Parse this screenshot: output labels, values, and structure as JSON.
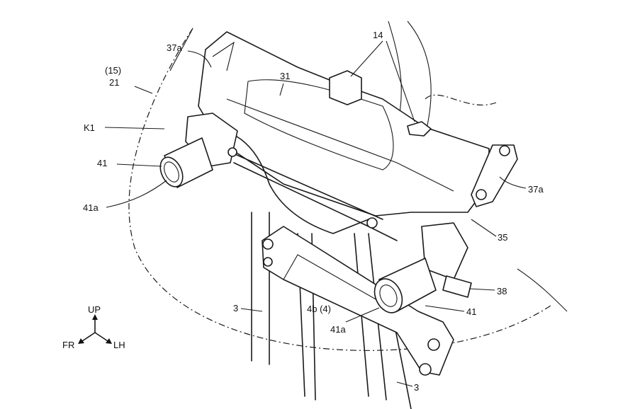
{
  "figure": {
    "labels": {
      "bracket_left": "37a",
      "housing": "31",
      "steering_stem": "14",
      "windscreen_paren": "(15)",
      "windscreen": "21",
      "space": "K1",
      "lamp_left": "41",
      "lamp_left_lens": "41a",
      "bracket_right": "37a",
      "stay": "35",
      "connector": "38",
      "lamp_right": "41",
      "bridge": "4b (4)",
      "lamp_right_lens": "41a",
      "fork_left": "3",
      "fork_right": "3"
    },
    "axes": {
      "up": "UP",
      "front": "FR",
      "left": "LH"
    }
  }
}
